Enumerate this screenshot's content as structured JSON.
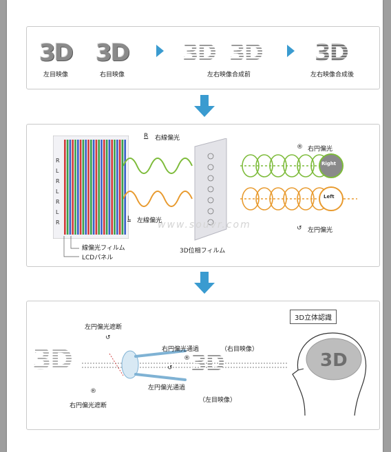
{
  "panel1": {
    "labels": [
      "左目映像",
      "右目映像",
      "左右映像合成前",
      "左右映像合成後"
    ],
    "logo_text": "3D"
  },
  "panel2": {
    "rl_letters": [
      "R",
      "L",
      "R",
      "L",
      "R",
      "L",
      "R"
    ],
    "r_linear": "右線偏光",
    "r_letter": "R",
    "l_linear": "左線偏光",
    "l_letter": "L",
    "r_circular": "右円偏光",
    "l_circular": "左円偏光",
    "right_ball": "Right",
    "left_ball": "Left",
    "polarizer_film": "線偏光フィルム",
    "lcd_panel": "LCDパネル",
    "phase_film": "3D位相フィルム",
    "watermark": "www.souvr.com"
  },
  "panel3": {
    "box_label": "3D立体認識",
    "l_block_top": "左円偏光遮断",
    "r_pass": "右円偏光通過",
    "right_image": "（右目映像）",
    "l_pass": "左円偏光通過",
    "left_image": "（左目映像）",
    "r_block_bottom": "右円偏光遮断",
    "logo_text": "3D"
  },
  "colors": {
    "accent_blue": "#3a9bd0",
    "green_wave": "#7dbb3a",
    "orange_wave": "#e89a2e"
  }
}
